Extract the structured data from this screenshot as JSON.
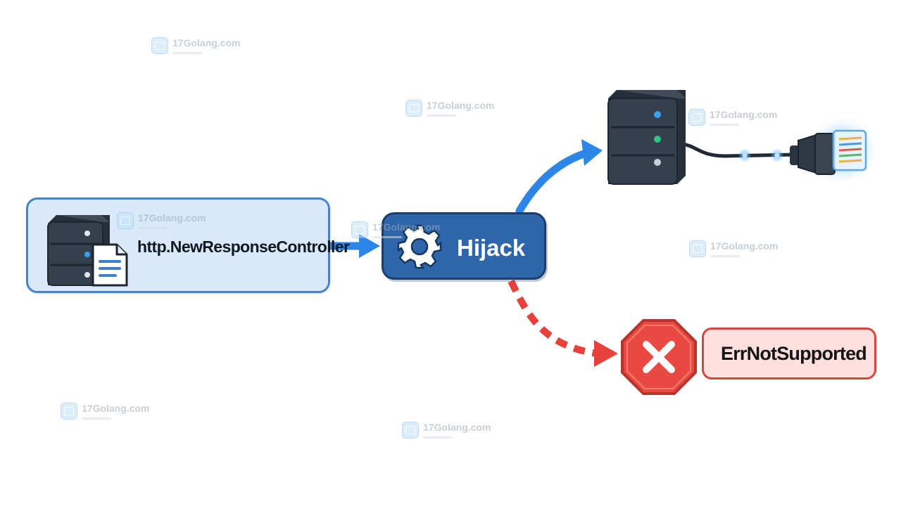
{
  "nodes": {
    "controller": {
      "label": "http.NewResponseController"
    },
    "hijack": {
      "label": "Hijack"
    },
    "error": {
      "label": "ErrNotSupported"
    }
  },
  "watermark": {
    "text": "17Golang.com"
  },
  "colors": {
    "controller_fill": "#d9e9fb",
    "controller_border": "#3f86cf",
    "hijack_fill": "#2f66ab",
    "success_arrow": "#2c86e8",
    "error_arrow": "#e8403a",
    "error_fill": "#fde0de",
    "stop_sign": "#e84a43",
    "server_body": "#2e3a47"
  },
  "icons": [
    "server-icon",
    "document-icon",
    "gear-icon",
    "ethernet-cable-icon",
    "stop-x-icon",
    "watermark-logo-icon"
  ]
}
